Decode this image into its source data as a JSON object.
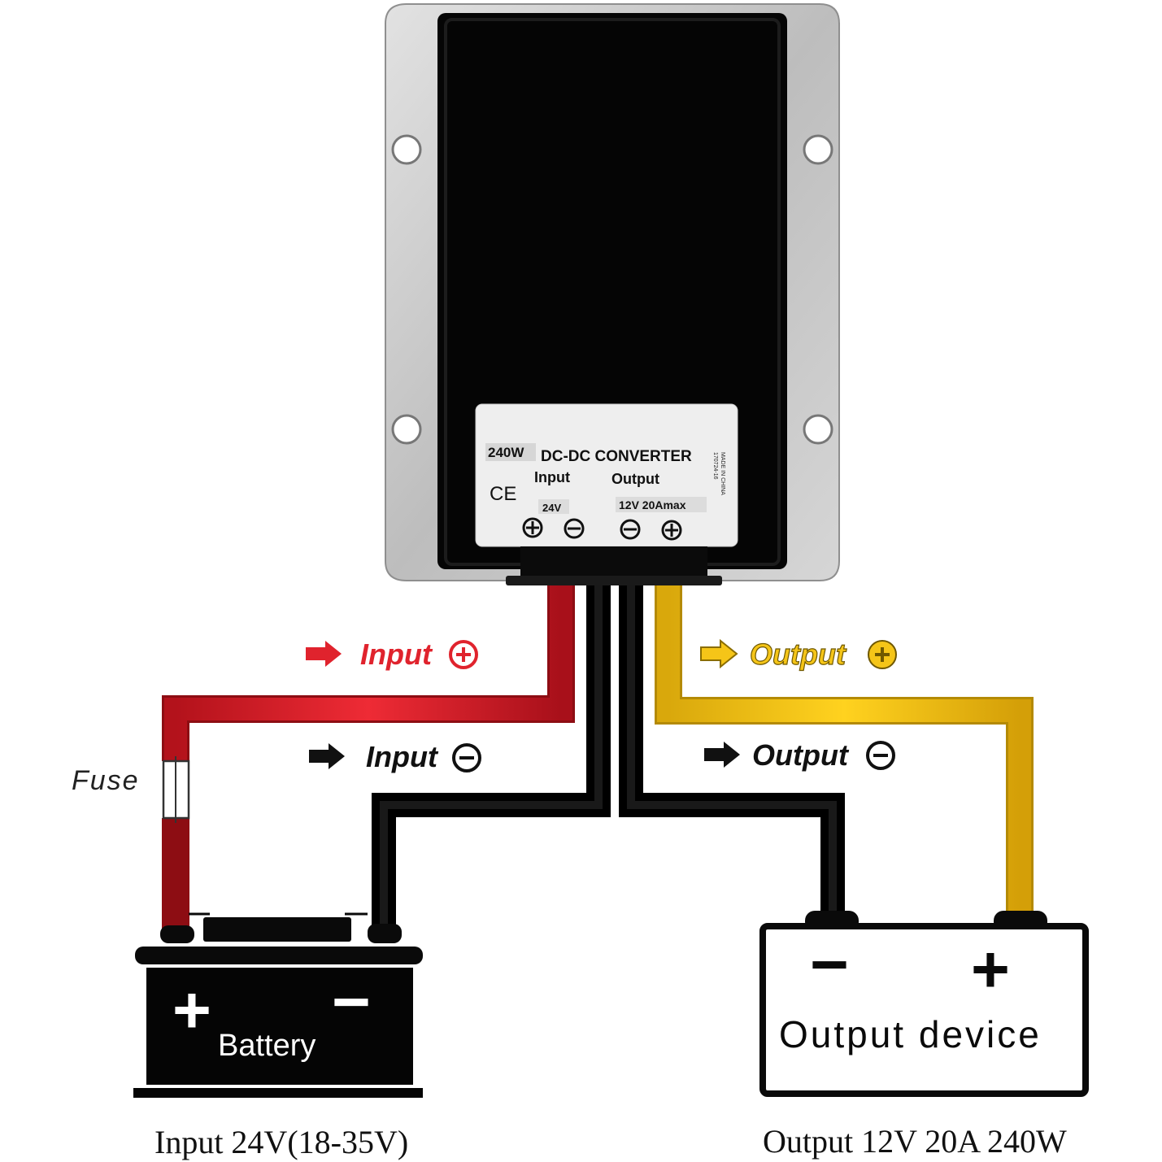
{
  "converter": {
    "rating": "240W",
    "title": "DC-DC CONVERTER",
    "input_label": "Input",
    "output_label": "Output",
    "input_voltage": "24V",
    "output_spec": "12V 20Amax",
    "ce_mark": "CE",
    "side_text_1": "170724-16",
    "side_text_2": "MADE IN CHINA"
  },
  "wires": {
    "input_positive": "Input",
    "input_negative": "Input",
    "output_positive": "Output",
    "output_negative": "Output",
    "fuse": "Fuse"
  },
  "battery": {
    "label": "Battery",
    "plus": "+",
    "minus": "−"
  },
  "output_device": {
    "label": "Output device",
    "minus": "−",
    "plus": "+"
  },
  "captions": {
    "input": "Input 24V(18-35V)",
    "output": "Output 12V 20A 240W"
  },
  "colors": {
    "red_wire": "#e0232d",
    "black_wire": "#111111",
    "yellow_wire": "#f5c518",
    "housing": "#c9c9c9",
    "label_panel": "#eeeeee"
  }
}
